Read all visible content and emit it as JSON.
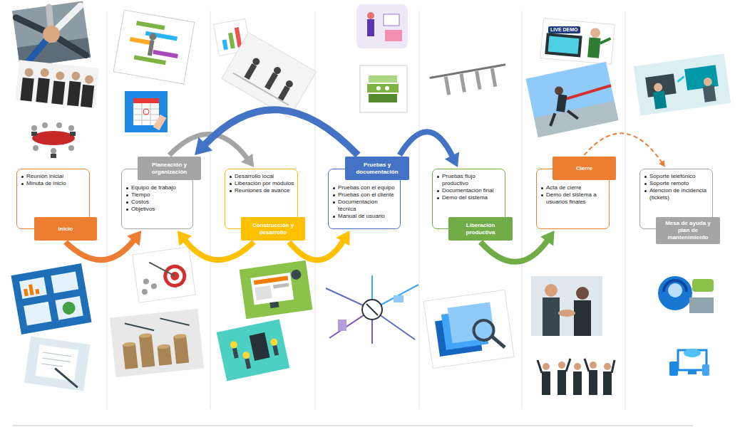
{
  "diagram": {
    "nodes": [
      {
        "text": [
          "Reunión inicial",
          "Minuta de inicio"
        ]
      },
      {
        "text": [
          "Inicio"
        ]
      },
      {
        "text": [
          "Planeación y organización"
        ]
      },
      {
        "text": [
          "Equipo de trabajo",
          "Tiempo",
          "Costos",
          "Objetivos"
        ]
      },
      {
        "text": [
          "Desarrollo local",
          "Liberación por módulos",
          "Reuniones de avance"
        ]
      },
      {
        "text": [
          "Construcción y desarrollo"
        ]
      },
      {
        "text": [
          "Pruebas y documentación"
        ]
      },
      {
        "text": [
          "Pruebas con el equipo",
          "Pruebas con el cliente",
          "Documentacion técnica",
          "Manual de usuario"
        ]
      },
      {
        "text": [
          "Pruebas flujo productivo",
          "Documentación final",
          "Demo del sistema"
        ]
      },
      {
        "text": [
          "Liberación productiva"
        ]
      },
      {
        "text": [
          "Cierre"
        ]
      },
      {
        "text": [
          "Acta de cierre",
          "Demo del sistema a usuarios finales"
        ]
      },
      {
        "text": [
          "Soporte telefónico",
          "Soporte remoto",
          "Atencion de incidencia (tickets)"
        ]
      },
      {
        "text": [
          "Mesa de ayuda y plan de mantenimiento"
        ]
      }
    ],
    "edges": [
      {
        "from": 1,
        "to": 3,
        "arrow": "to"
      },
      {
        "from": 2,
        "to": 4,
        "arrow": "to"
      },
      {
        "from": 5,
        "to": 3,
        "arrow": "to"
      },
      {
        "from": 5,
        "to": 7,
        "arrow": "to"
      },
      {
        "from": 6,
        "to": 2,
        "arrow": "to"
      },
      {
        "from": 6,
        "to": 8,
        "arrow": "to"
      },
      {
        "from": 9,
        "to": 11,
        "arrow": "to"
      },
      {
        "from": 10,
        "to": 12,
        "arrow": "to"
      }
    ],
    "labels": [
      "LIVE DEMO"
    ]
  }
}
